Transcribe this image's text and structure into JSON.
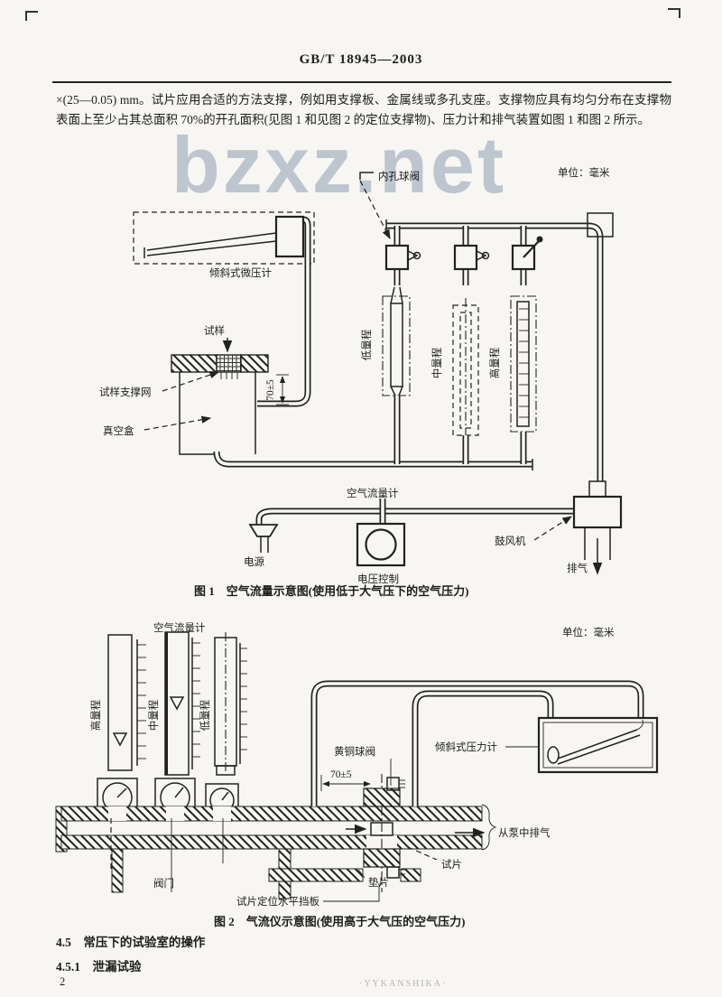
{
  "page": {
    "number": "2",
    "ink_color": "#1c1c1c",
    "paper_color": "#f7f6f2"
  },
  "header": {
    "doc_number": "GB/T 18945—2003"
  },
  "watermark": {
    "text": "bzxz.net",
    "color": "#b9c4d4",
    "small_text": "·YYKANSHIKA·"
  },
  "paragraph": {
    "text": "×(25—0.05) mm。试片应用合适的方法支撑，例如用支撑板、金属线或多孔支座。支撑物应具有均匀分布在支撑物表面上至少占其总面积 70%的开孔面积(见图 1 和见图 2 的定位支撑物)、压力计和排气装置如图 1 和图 2 所示。"
  },
  "fig1": {
    "unit": "单位：毫米",
    "ball_valve": "内孔球阀",
    "micromanometer": "倾斜式微压计",
    "specimen": "试样",
    "specimen_support": "试样支撑网",
    "vacuum_box": "真空盒",
    "dim": "70±5",
    "range_low": "低量程",
    "range_mid": "中量程",
    "range_high": "高量程",
    "airflow_meter": "空气流量计",
    "power": "电源",
    "voltage_control": "电压控制",
    "blower": "鼓风机",
    "exhaust": "排气",
    "caption": "图 1　空气流量示意图(使用低于大气压下的空气压力)"
  },
  "fig2": {
    "unit": "单位：毫米",
    "airflow_meter": "空气流量计",
    "range_high": "高量程",
    "range_mid": "中量程",
    "range_low": "低量程",
    "ball_valve": "黄铜球阀",
    "dim": "70±5",
    "inclined_gauge": "倾斜式压力计",
    "from_pump": "从泵中排气",
    "valve": "阀门",
    "gasket": "垫片",
    "test_piece": "试片",
    "locator": "试片定位水平挡板",
    "caption": "图 2　气流仪示意图(使用高于大气压的空气压力)"
  },
  "sections": {
    "s45": "4.5　常压下的试验室的操作",
    "s451": "4.5.1　泄漏试验"
  }
}
